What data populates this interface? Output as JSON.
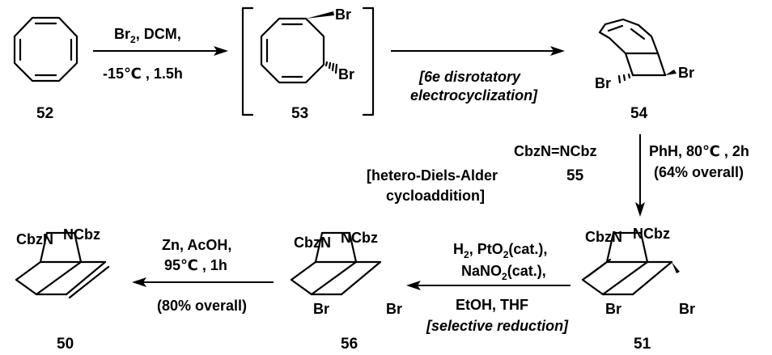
{
  "compounds": {
    "c52": "52",
    "c53": "53",
    "c54": "54",
    "c55": "55",
    "c51": "51",
    "c56": "56",
    "c50": "50"
  },
  "atoms": {
    "br": "Br",
    "cbzn": "CbzN",
    "ncbz": "NCbz"
  },
  "step1": {
    "reagent_pre": "Br",
    "reagent_sub": "2",
    "reagent_post": ", DCM,",
    "conditions": "-15℃ , 1.5h"
  },
  "step2": {
    "line1": "[6e disrotatory",
    "line2": "electrocyclization]"
  },
  "step3": {
    "reagent": "CbzN=NCbz",
    "conditions": "PhH, 80℃ , 2h",
    "yield": "(64% overall)",
    "label_line1": "[hetero-Diels-Alder",
    "label_line2": "cycloaddition]"
  },
  "step4": {
    "h2": "H",
    "h2_sub": "2",
    "pto2_pre": ", PtO",
    "pto2_sub": "2",
    "pto2_post": "(cat.),",
    "nano2_pre": "NaNO",
    "nano2_sub": "2",
    "nano2_post": "(cat.),",
    "solvent": "EtOH, THF",
    "label": "[selective reduction]"
  },
  "step5": {
    "reagent": "Zn, AcOH,",
    "conditions": "95℃ , 1h",
    "yield": "(80% overall)"
  }
}
